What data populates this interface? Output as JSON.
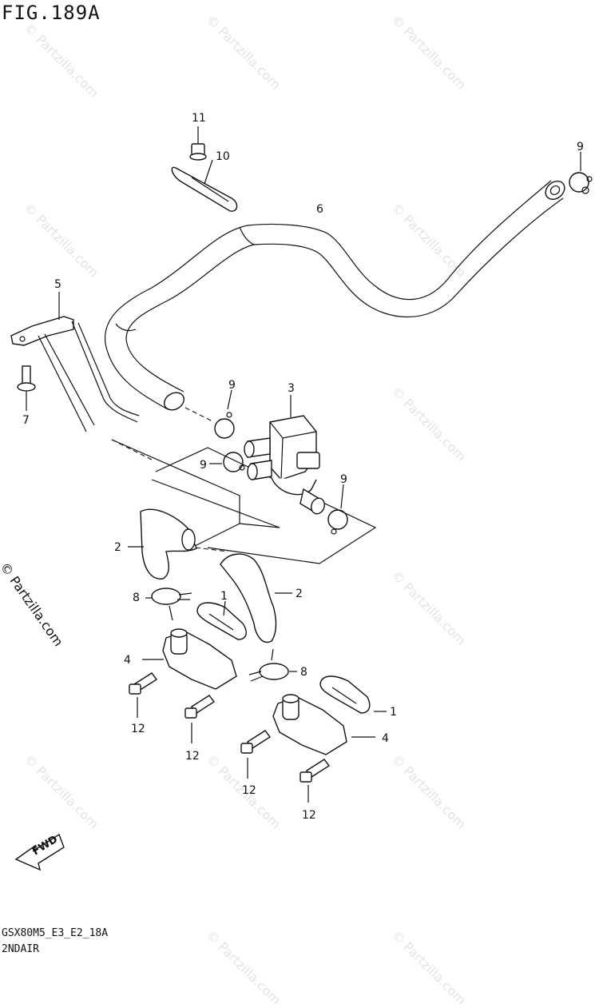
{
  "figure": {
    "title": "FIG.189A",
    "footer_code": "GSX80M5_E3_E2_18A",
    "footer_sub": "2NDAIR",
    "fwd_label": "FWD",
    "watermark": "© Partzilla.com"
  },
  "callouts": [
    {
      "id": "c11",
      "label": "11"
    },
    {
      "id": "c10",
      "label": "10"
    },
    {
      "id": "c9a",
      "label": "9"
    },
    {
      "id": "c6",
      "label": "6"
    },
    {
      "id": "c5",
      "label": "5"
    },
    {
      "id": "c7",
      "label": "7"
    },
    {
      "id": "c9b",
      "label": "9"
    },
    {
      "id": "c3",
      "label": "3"
    },
    {
      "id": "c9c",
      "label": "9"
    },
    {
      "id": "c9d",
      "label": "9"
    },
    {
      "id": "c2a",
      "label": "2"
    },
    {
      "id": "c2b",
      "label": "2"
    },
    {
      "id": "c8a",
      "label": "8"
    },
    {
      "id": "c1a",
      "label": "1"
    },
    {
      "id": "c4a",
      "label": "4"
    },
    {
      "id": "c8b",
      "label": "8"
    },
    {
      "id": "c12a",
      "label": "12"
    },
    {
      "id": "c12b",
      "label": "12"
    },
    {
      "id": "c1b",
      "label": "1"
    },
    {
      "id": "c4b",
      "label": "4"
    },
    {
      "id": "c12c",
      "label": "12"
    },
    {
      "id": "c12d",
      "label": "12"
    }
  ],
  "icons": {
    "fwd_arrow": "fwd-arrow-icon"
  }
}
